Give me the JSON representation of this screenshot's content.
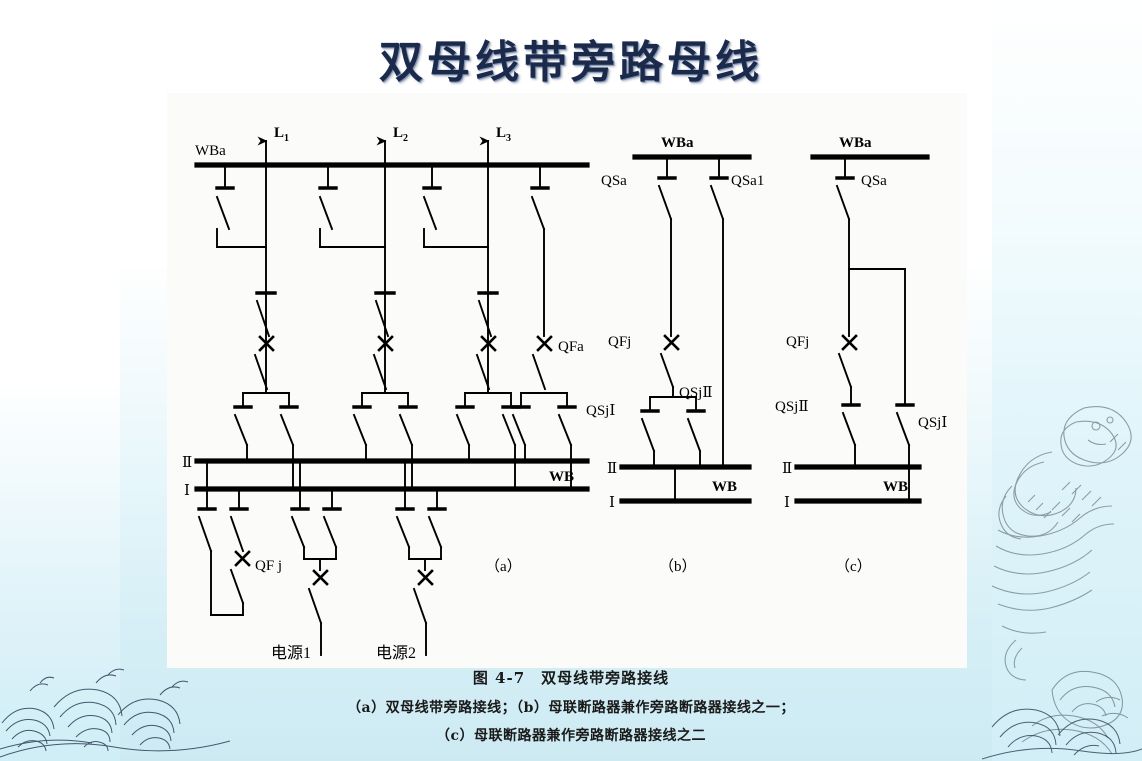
{
  "slide": {
    "title": "双母线带旁路母线",
    "title_color": "#1b2a4a",
    "background_color": "#cdeaf3",
    "panel_color": "#fbfbf9"
  },
  "caption": {
    "figure_number": "图 4-7",
    "figure_title": "双母线带旁路接线",
    "main": "图 4-7　双母线带旁路接线",
    "line_a_b": "（a）双母线带旁路接线；（b）母联断路器兼作旁路断路器接线之一；",
    "line_c": "（c）母联断路器兼作旁路断路器接线之二"
  },
  "diagrams": [
    {
      "key": "a",
      "label": "（a）",
      "bypass_bus_label": "WBa",
      "main_bus_label": "WB",
      "bus_II_label": "Ⅱ",
      "bus_I_label": "Ⅰ",
      "bypass_breaker_label": "QFa",
      "bus_coupler_label": "QF j",
      "feeders": [
        "L",
        "L",
        "L"
      ],
      "feeder_labels": [
        "L₁",
        "L₂",
        "L₃"
      ],
      "feeder_names": [
        "L1",
        "L2",
        "L3"
      ],
      "sources": [
        "电源1",
        "电源2"
      ]
    },
    {
      "key": "b",
      "label": "（b）",
      "bypass_bus_label": "WBa",
      "main_bus_label": "WB",
      "bus_II_label": "Ⅱ",
      "bus_I_label": "Ⅰ",
      "disconnector_a_label": "QSa",
      "disconnector_a1_label": "QSa1",
      "breaker_label": "QFj",
      "disconnector_jII_label": "QSjⅡ",
      "disconnector_jI_label": "QSjⅠ"
    },
    {
      "key": "c",
      "label": "（c）",
      "bypass_bus_label": "WBa",
      "main_bus_label": "WB",
      "bus_II_label": "Ⅱ",
      "bus_I_label": "Ⅰ",
      "disconnector_a_label": "QSa",
      "breaker_label": "QFj",
      "disconnector_jII_label": "QSjⅡ",
      "disconnector_jI_label": "QSjⅠ"
    }
  ],
  "symbols": {
    "breaker_mark": "✕",
    "arrow": "↑"
  }
}
